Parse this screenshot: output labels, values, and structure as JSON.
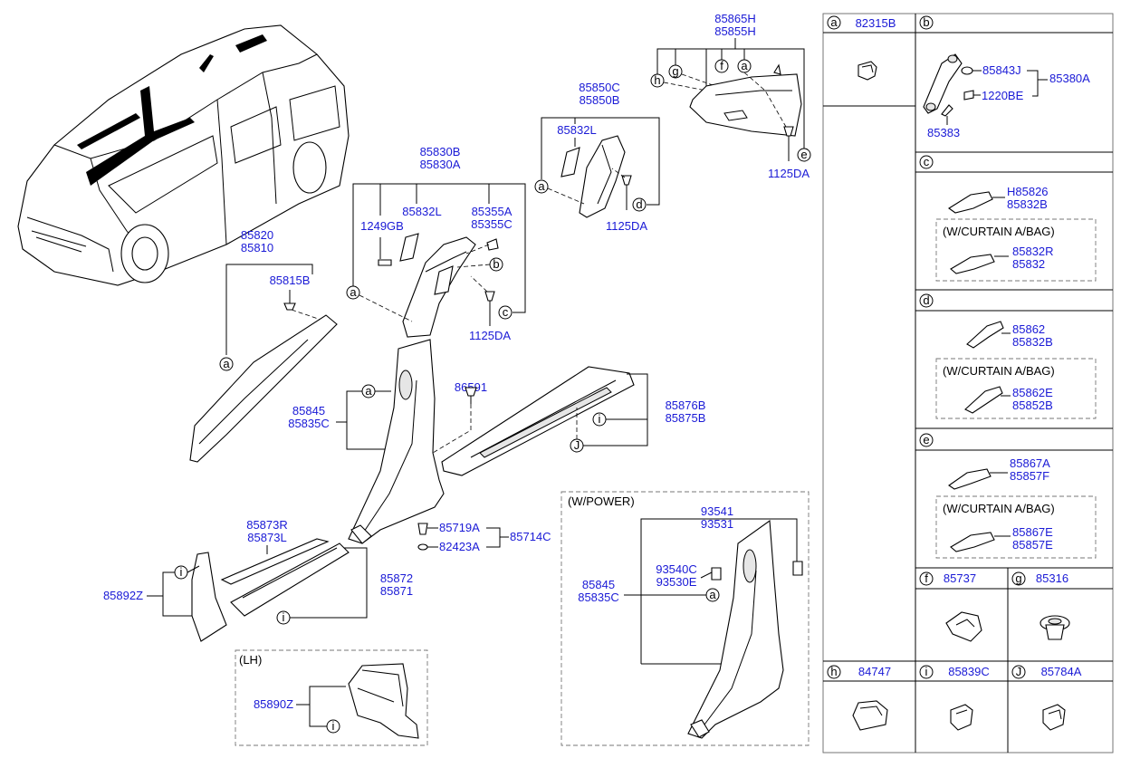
{
  "labels": {
    "p85865H": "85865H",
    "p85855H": "85855H",
    "p85850C": "85850C",
    "p85850B": "85850B",
    "p85832L_a": "85832L",
    "p1125DA_a": "1125DA",
    "p1125DA_b": "1125DA",
    "p1125DA_c": "1125DA",
    "p85830B": "85830B",
    "p85830A": "85830A",
    "p1249GB": "1249GB",
    "p85832L_b": "85832L",
    "p85355A": "85355A",
    "p85355C": "85355C",
    "p85820": "85820",
    "p85810": "85810",
    "p85815B": "85815B",
    "p86591": "86591",
    "p85845": "85845",
    "p85835C": "85835C",
    "p85876B": "85876B",
    "p85875B": "85875B",
    "p85719A": "85719A",
    "p82423A": "82423A",
    "p85714C": "85714C",
    "p85873R": "85873R",
    "p85873L": "85873L",
    "p85872": "85872",
    "p85871": "85871",
    "p85892Z": "85892Z",
    "p85890Z": "85890Z",
    "p93541": "93541",
    "p93531": "93531",
    "p93540C": "93540C",
    "p93530E": "93530E",
    "p85845_pw": "85845",
    "p85835C_pw": "85835C"
  },
  "groups": {
    "power": "(W/POWER)",
    "lh": "(LH)"
  },
  "letters": {
    "a": "a",
    "b": "b",
    "c": "c",
    "d": "d",
    "e": "e",
    "f": "f",
    "g": "g",
    "h": "h",
    "i": "i",
    "j": "J"
  },
  "table": {
    "a": {
      "letter": "a",
      "part": "82315B"
    },
    "b": {
      "letter": "b",
      "p1": "85843J",
      "p2": "1220BE",
      "p3": "85383",
      "p4": "85380A"
    },
    "c": {
      "letter": "c",
      "p1": "H85826",
      "p2": "85832B",
      "variant": "(W/CURTAIN A/BAG)",
      "p3": "85832R",
      "p4": "85832"
    },
    "d": {
      "letter": "d",
      "p1": "85862",
      "p2": "85832B",
      "variant": "(W/CURTAIN A/BAG)",
      "p3": "85862E",
      "p4": "85852B"
    },
    "e": {
      "letter": "e",
      "p1": "85867A",
      "p2": "85857F",
      "variant": "(W/CURTAIN A/BAG)",
      "p3": "85867E",
      "p4": "85857E"
    },
    "f": {
      "letter": "f",
      "part": "85737"
    },
    "g": {
      "letter": "g",
      "part": "85316"
    },
    "h": {
      "letter": "h",
      "part": "84747"
    },
    "i": {
      "letter": "i",
      "part": "85839C"
    },
    "j": {
      "letter": "J",
      "part": "85784A"
    }
  },
  "colors": {
    "part_number": "#1a1ad6",
    "line": "#000000"
  }
}
